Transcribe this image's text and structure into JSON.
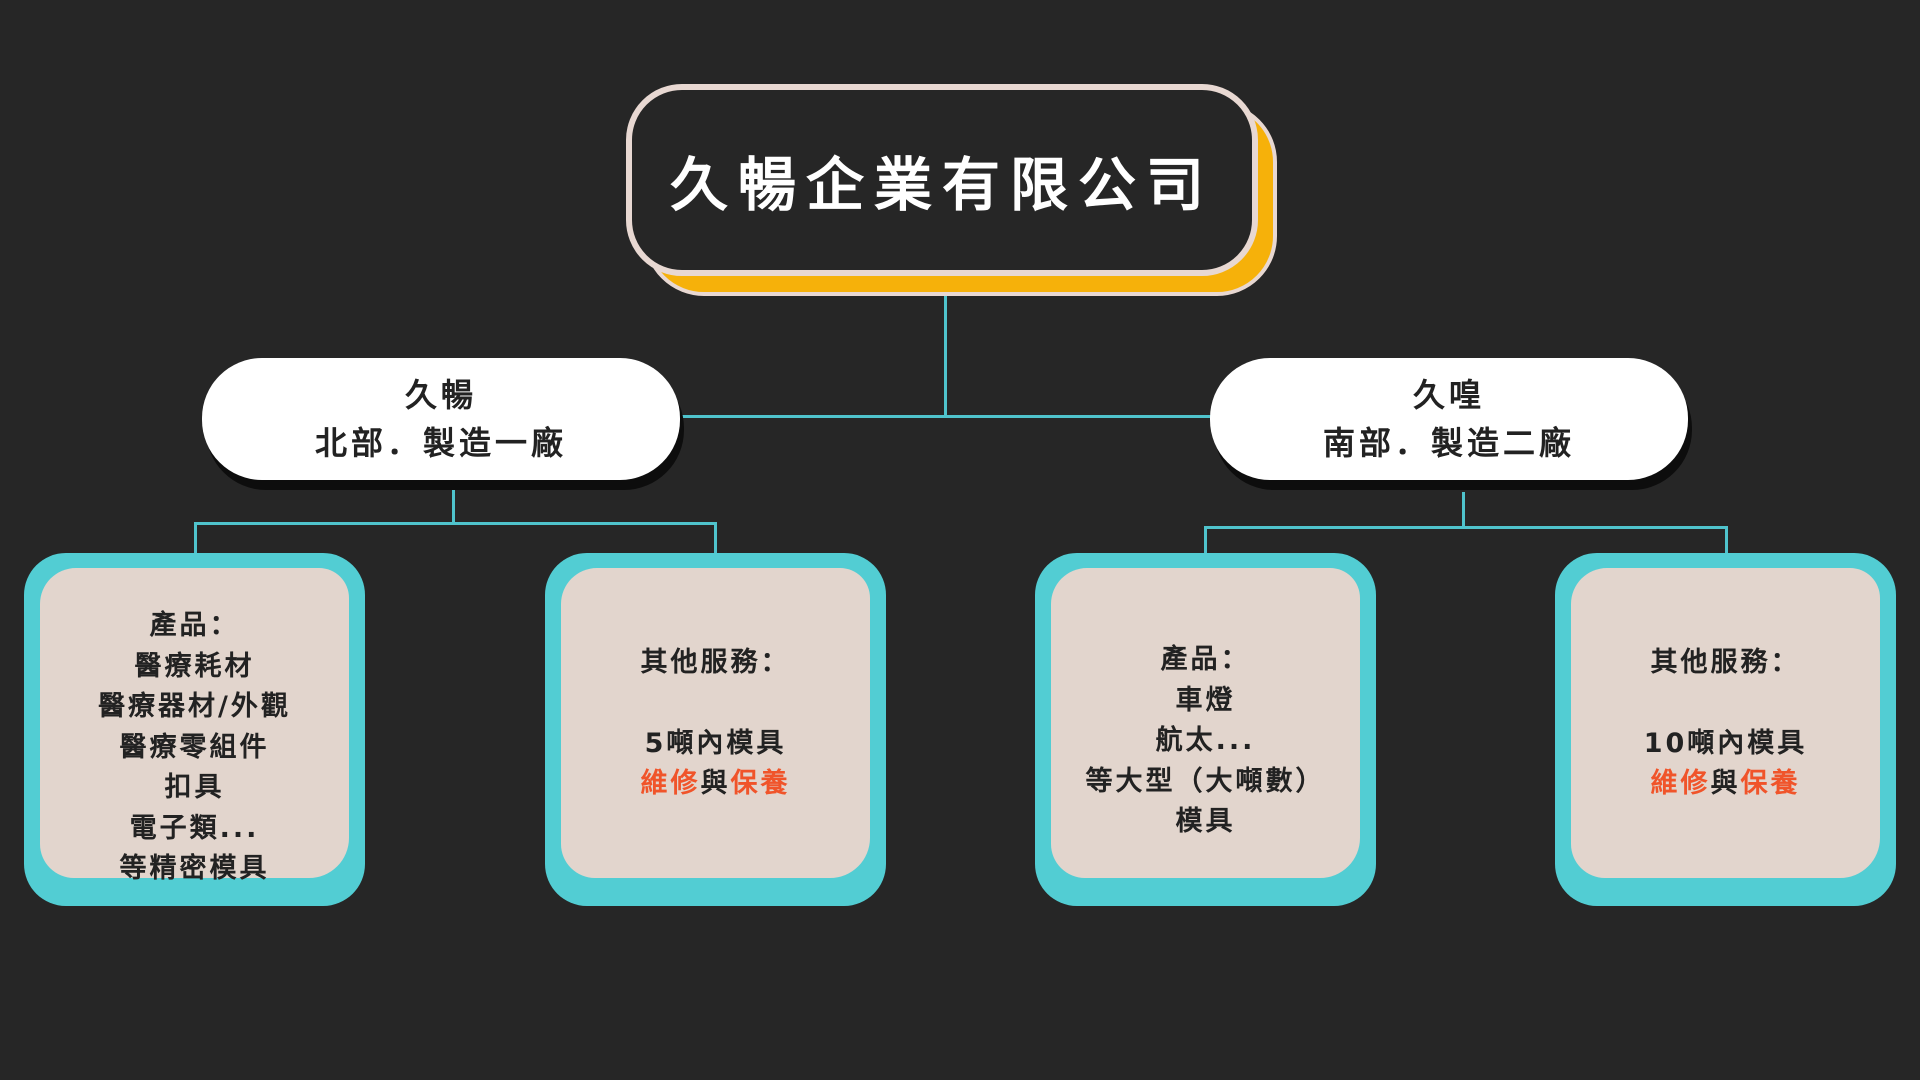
{
  "title": "久暢企業有限公司",
  "branches": [
    {
      "name": "久暢",
      "subtitle": "北部．製造一廠"
    },
    {
      "name": "久喤",
      "subtitle": "南部．製造二廠"
    }
  ],
  "cards": [
    {
      "heading": "產品：",
      "lines": [
        "醫療耗材",
        "醫療器材/外觀",
        "醫療零組件",
        "扣具",
        "電子類...",
        "等精密模具"
      ]
    },
    {
      "heading": "其他服務：",
      "line": "5噸內模具",
      "repair": [
        "維修",
        "與",
        "保養"
      ]
    },
    {
      "heading": "產品：",
      "lines": [
        "車燈",
        "航太...",
        "等大型（大噸數）",
        "模具"
      ]
    },
    {
      "heading": "其他服務：",
      "line": "10噸內模具",
      "repair": [
        "維修",
        "與",
        "保養"
      ]
    }
  ],
  "colors": {
    "background": "#262626",
    "accent": "#52cdd3",
    "highlight": "#f0542a",
    "title_shadow": "#f6b10a",
    "card_fill": "#e2d5cd"
  }
}
